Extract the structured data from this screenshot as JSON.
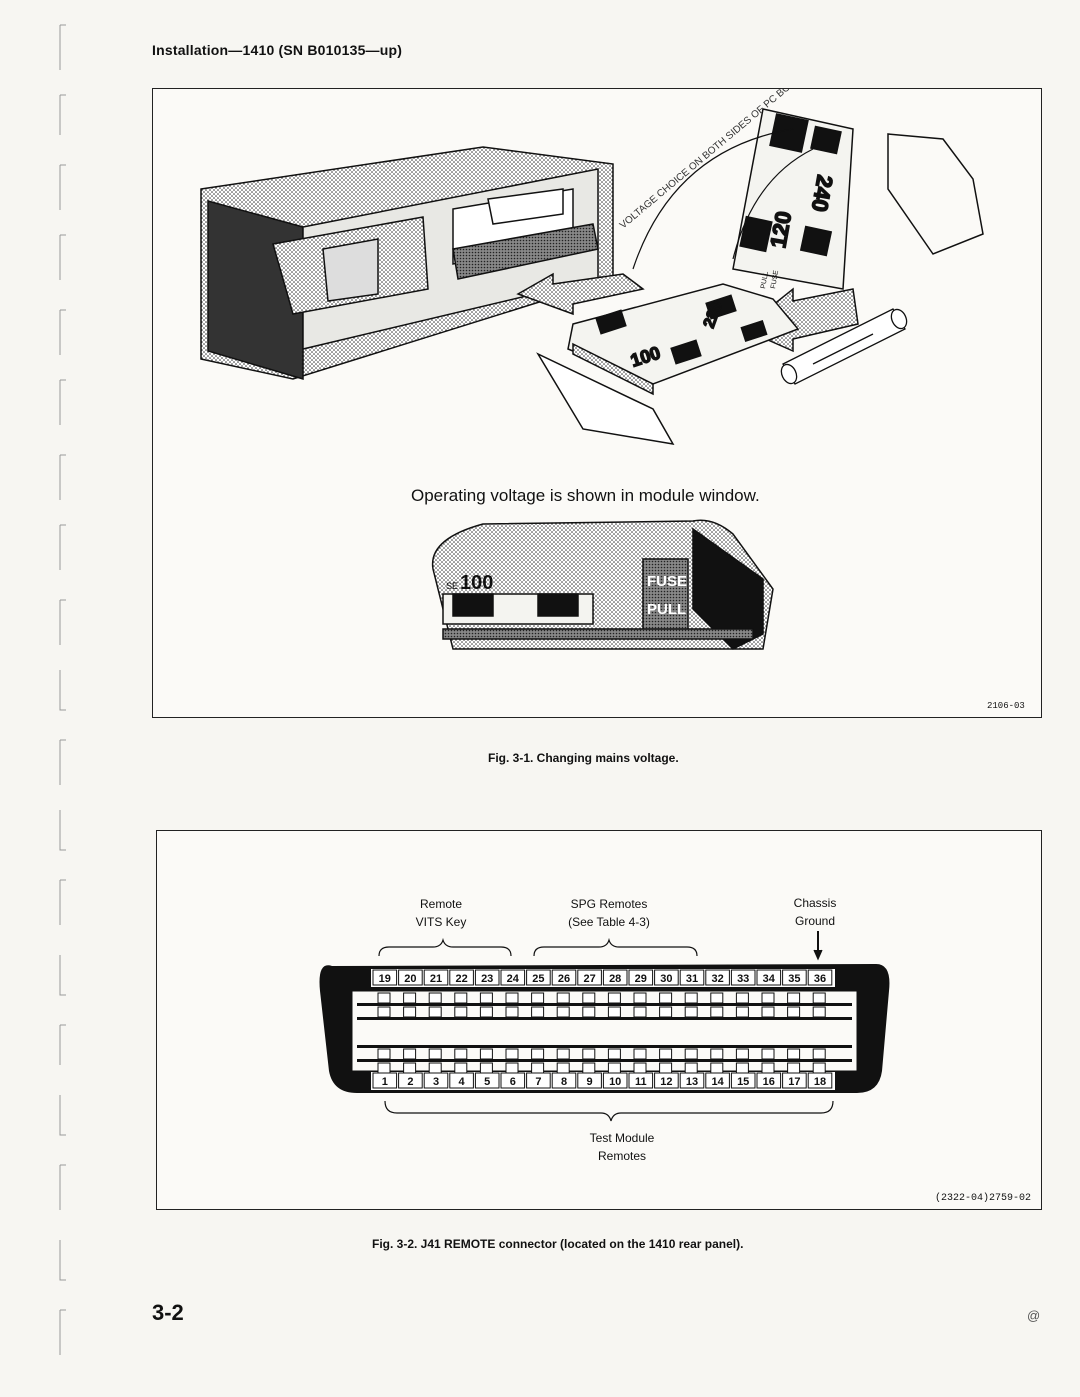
{
  "header": {
    "title": "Installation—1410 (SN B010135—up)"
  },
  "figure1": {
    "board_text": "VOLTAGE CHOICE ON BOTH SIDES OF PC BOARD",
    "numbers": [
      "240",
      "120",
      "100",
      "220"
    ],
    "pull_fuse": [
      "PULL",
      "FUSE"
    ],
    "window_caption": "Operating voltage is shown in module window.",
    "window_label_100": "100",
    "window_label_se": "SE",
    "window_fuse": "FUSE",
    "window_pull": "PULL",
    "code": "2106-03",
    "caption": "Fig. 3-1.  Changing mains voltage."
  },
  "figure2": {
    "labels": {
      "remote_vits_line1": "Remote",
      "remote_vits_line2": "VITS Key",
      "spg_line1": "SPG Remotes",
      "spg_line2": "(See Table 4-3)",
      "chassis_line1": "Chassis",
      "chassis_line2": "Ground",
      "test_line1": "Test Module",
      "test_line2": "Remotes"
    },
    "top_pins": [
      "19",
      "20",
      "21",
      "22",
      "23",
      "24",
      "25",
      "26",
      "27",
      "28",
      "29",
      "30",
      "31",
      "32",
      "33",
      "34",
      "35",
      "36"
    ],
    "bottom_pins": [
      "1",
      "2",
      "3",
      "4",
      "5",
      "6",
      "7",
      "8",
      "9",
      "10",
      "11",
      "12",
      "13",
      "14",
      "15",
      "16",
      "17",
      "18"
    ],
    "code": "(2322-04)2759-02",
    "caption": "Fig. 3-2.  J41 REMOTE connector (located on the 1410 rear panel)."
  },
  "footer": {
    "page": "3-2",
    "mark": "@"
  }
}
